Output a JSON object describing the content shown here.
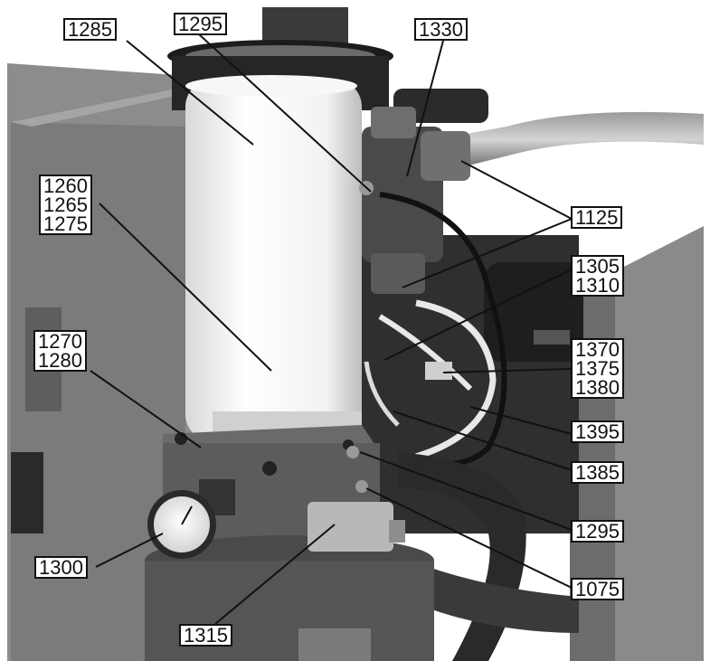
{
  "callouts": [
    {
      "id": "c1285",
      "text": "1285"
    },
    {
      "id": "c1295a",
      "text": "1295"
    },
    {
      "id": "c1330",
      "text": "1330"
    },
    {
      "id": "c1260",
      "text": "1260\n1265\n1275"
    },
    {
      "id": "c1125",
      "text": "1125"
    },
    {
      "id": "c1305",
      "text": "1305\n1310"
    },
    {
      "id": "c1270",
      "text": "1270\n1280"
    },
    {
      "id": "c1370",
      "text": "1370\n1375\n1380"
    },
    {
      "id": "c1395",
      "text": "1395"
    },
    {
      "id": "c1385",
      "text": "1385"
    },
    {
      "id": "c1295b",
      "text": "1295"
    },
    {
      "id": "c1300",
      "text": "1300"
    },
    {
      "id": "c1075",
      "text": "1075"
    },
    {
      "id": "c1315",
      "text": "1315"
    }
  ]
}
